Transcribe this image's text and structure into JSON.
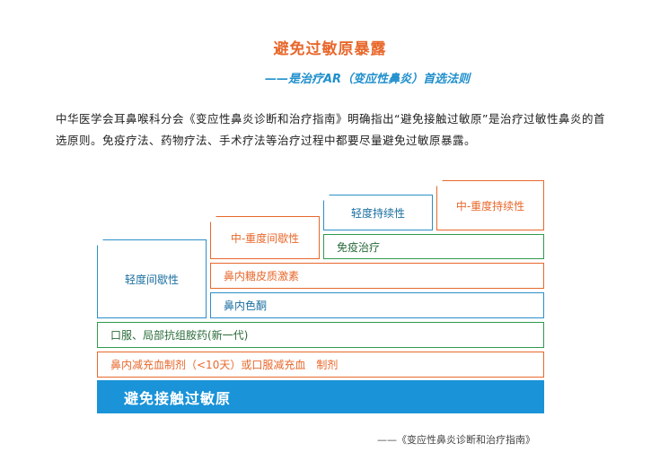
{
  "title": "避免过敏原暴露",
  "subtitle": "——是治疗AR（变应性鼻炎）首选法则",
  "intro": "中华医学会耳鼻喉科分会《变应性鼻炎诊断和治疗指南》明确指出“避免接触过敏原”是治疗过敏性鼻炎的首选原则。免疫疗法、药物疗法、手术疗法等治疗过程中都要尽量避免过敏原暴露。",
  "diagram": {
    "severity_mild_intermittent": "轻度间歇性",
    "severity_mod_intermittent": "中-重度间歇性",
    "severity_mild_persistent": "轻度持续性",
    "severity_mod_persistent": "中-重度持续性",
    "immunotherapy": "免疫治疗",
    "steroid": "鼻内糖皮质激素",
    "cromone": "鼻内色酮",
    "antihistamine": "口服、局部抗组胺药(新一代)",
    "decongestant": "鼻内减充血制剂（<10天）或口服减充血　制剂",
    "base": "避免接触过敏原"
  },
  "colors": {
    "orange": "#e8682c",
    "blue": "#2b8fc8",
    "green": "#2f9a4e",
    "base": "#1a93d8"
  },
  "source": "——《变应性鼻炎诊断和治疗指南》"
}
